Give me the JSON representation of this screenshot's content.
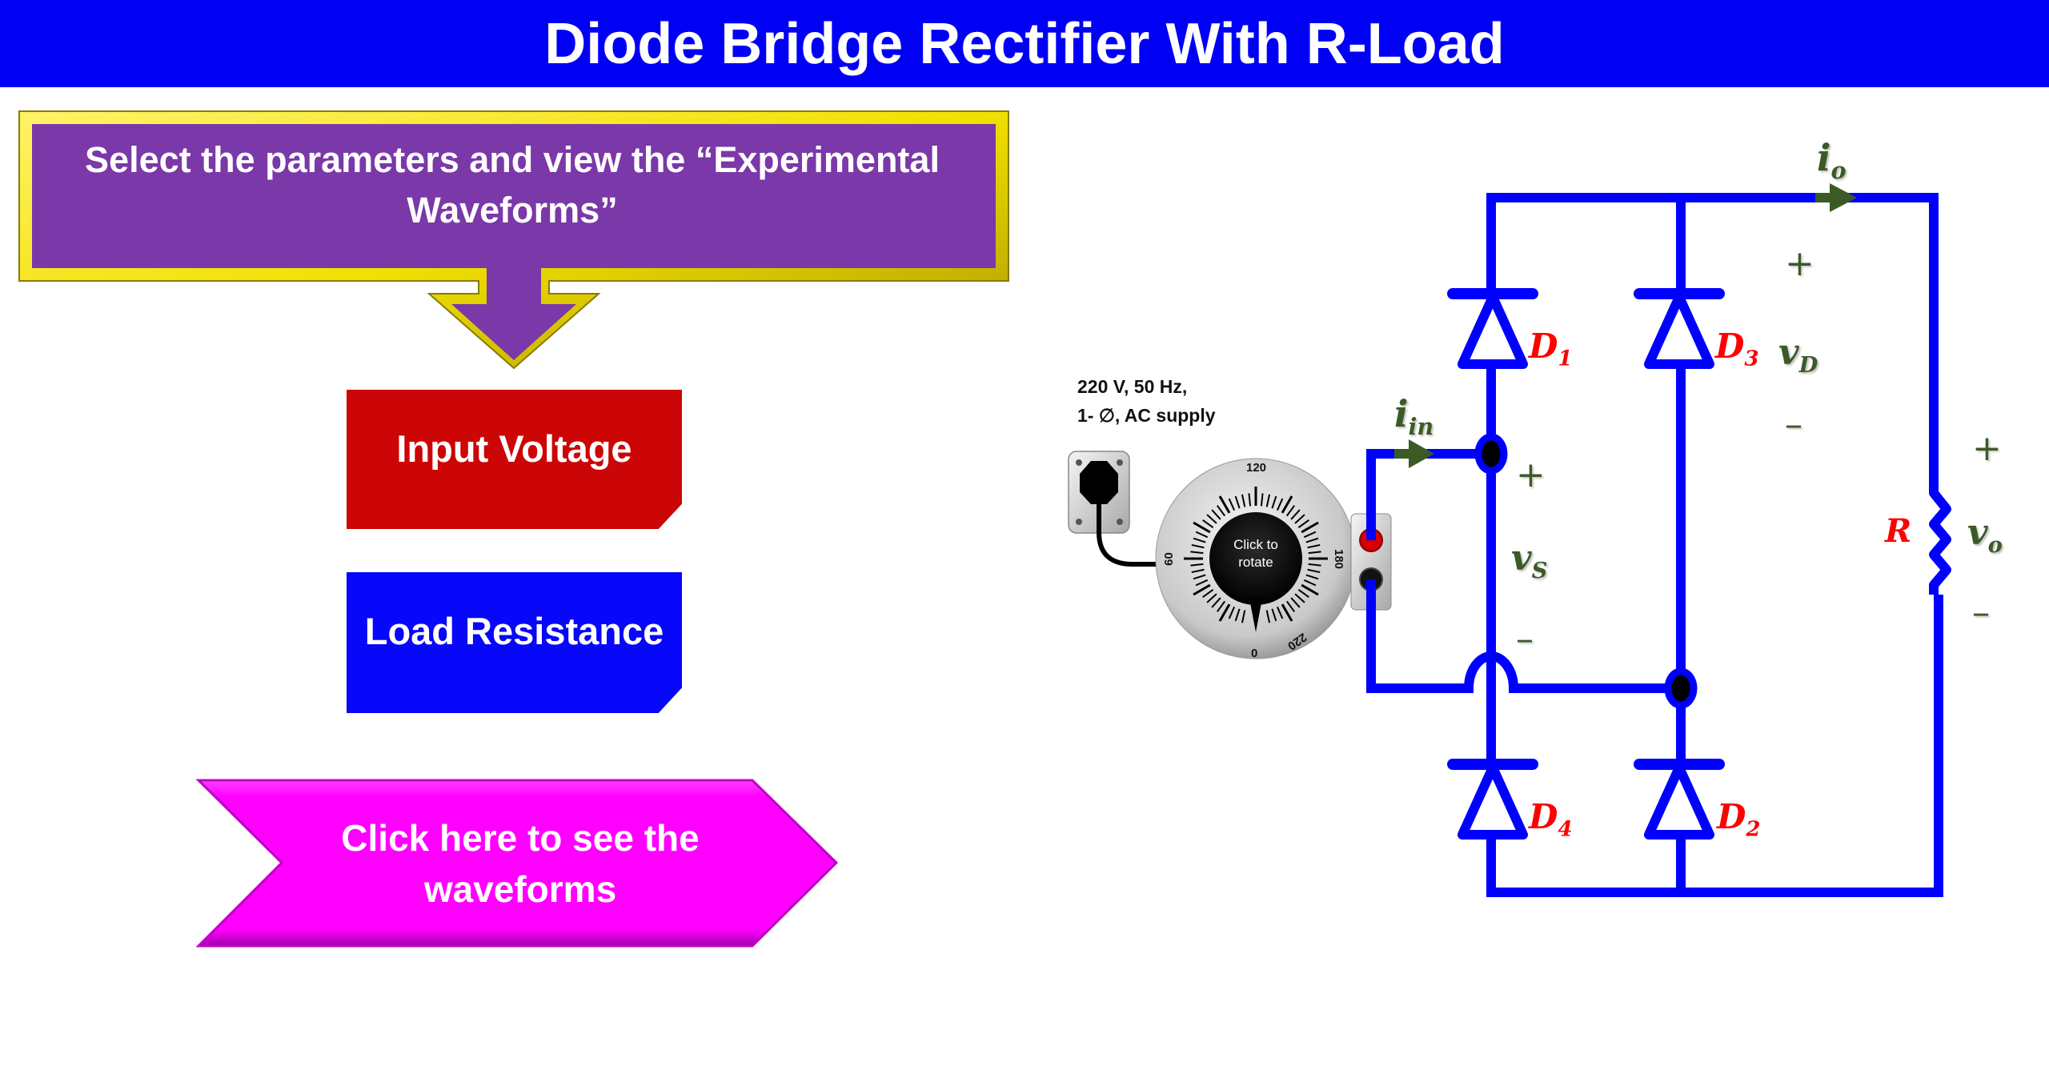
{
  "header": {
    "title": "Diode Bridge Rectifier With R-Load"
  },
  "instruction": {
    "text": "Select the parameters and view the “Experimental Waveforms”"
  },
  "parameters": [
    {
      "label": "Input Voltage",
      "color": "#cc0606"
    },
    {
      "label": "Load Resistance",
      "color": "#0707fa"
    }
  ],
  "waveform_button": {
    "label": "Click here to see the waveforms",
    "color": "#ff00ff"
  },
  "supply": {
    "line1": "220 V, 50 Hz,",
    "line2": "1- ∅, AC supply"
  },
  "variac": {
    "knob_label": "Click to rotate",
    "scale_labels": [
      "0",
      "60",
      "120",
      "180",
      "220"
    ]
  },
  "circuit": {
    "wire_color": "#0000ff",
    "label_color": "#3c5a25",
    "component_color": "#ff0000",
    "diodes": [
      {
        "name": "D",
        "sub": "1"
      },
      {
        "name": "D",
        "sub": "3"
      },
      {
        "name": "D",
        "sub": "4"
      },
      {
        "name": "D",
        "sub": "2"
      }
    ],
    "resistor": {
      "label": "R"
    },
    "labels": {
      "i_in": {
        "main": "i",
        "sub": "in"
      },
      "i_o": {
        "main": "i",
        "sub": "o"
      },
      "v_s": {
        "main": "v",
        "sub": "S"
      },
      "v_D": {
        "main": "v",
        "sub": "D"
      },
      "v_o": {
        "main": "v",
        "sub": "o"
      },
      "plus": "+",
      "minus": "–"
    }
  }
}
